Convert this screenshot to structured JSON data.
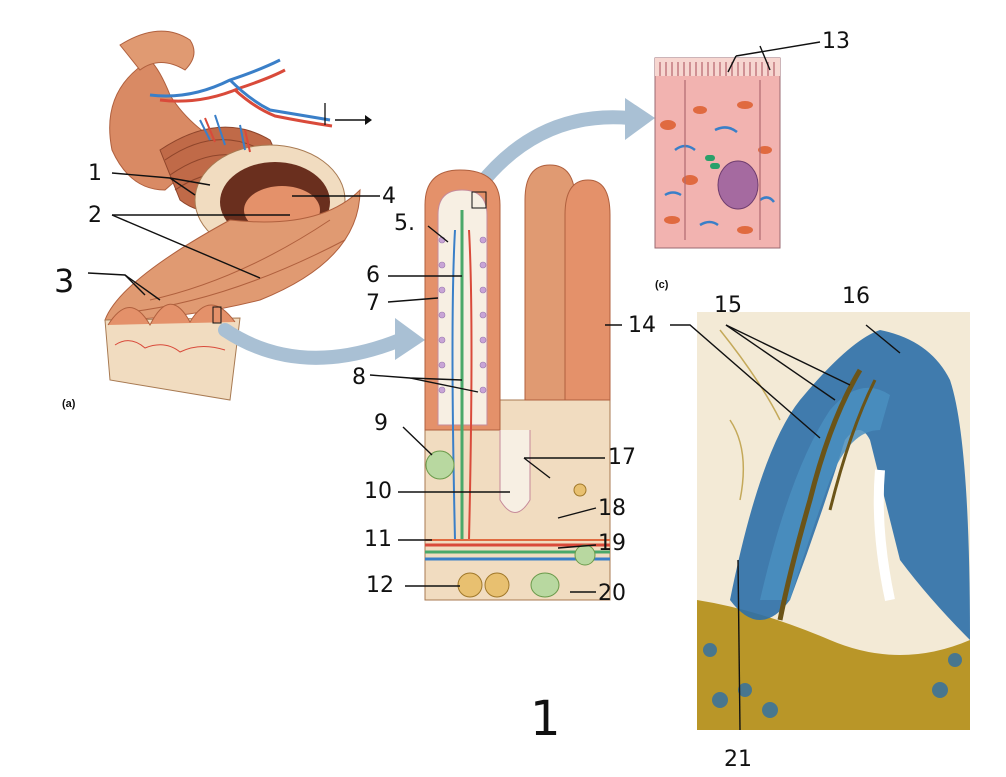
{
  "panel_labels": {
    "a": "(a)",
    "c": "(c)"
  },
  "numbers": {
    "n1": "1",
    "n2": "2",
    "n3": "3",
    "n4": "4",
    "n5": "5.",
    "n6": "6",
    "n7": "7",
    "n8": "8",
    "n9": "9",
    "n10": "10",
    "n11": "11",
    "n12": "12",
    "n13": "13",
    "n14": "14",
    "n15": "15",
    "n16": "16",
    "n17": "17",
    "n18": "18",
    "n19": "19",
    "n20": "20",
    "n21": "21",
    "page_mark": "1"
  },
  "colors": {
    "intestine": "#d98a64",
    "villus": "#e4916a",
    "vein": "#3a7fc8",
    "artery": "#d94a3a",
    "lacteal": "#4aa86a",
    "tissue": "#f1dcc0",
    "cell_bg": "#f2b3b0",
    "stain_blue": "#2c6fa8",
    "stain_gold": "#b99628"
  }
}
